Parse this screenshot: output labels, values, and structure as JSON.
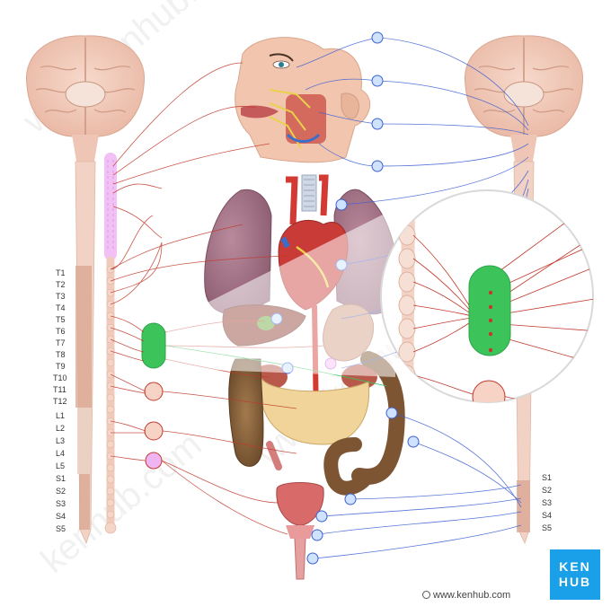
{
  "diagram": {
    "thoracic_labels": [
      "T1",
      "T2",
      "T3",
      "T4",
      "T5",
      "T6",
      "T7",
      "T8",
      "T9",
      "T10",
      "T11",
      "T12"
    ],
    "lumbar_labels": [
      "L1",
      "L2",
      "L3",
      "L4",
      "L5"
    ],
    "sacral_labels_left": [
      "S1",
      "S2",
      "S3",
      "S4",
      "S5"
    ],
    "sacral_labels_right": [
      "S1",
      "S2",
      "S3",
      "S4",
      "S5"
    ]
  },
  "branding": {
    "logo_line1": "KEN",
    "logo_line2": "HUB",
    "credit_text": "www.kenhub.com"
  },
  "colors": {
    "sympathetic_nerve": "#c0392b",
    "parasympathetic_nerve": "#3b5fd4",
    "spinal_cord": "#f2d2c4",
    "ganglion_green": "#3cc45a",
    "ganglion_pink": "#f0b8a8",
    "ganglion_violet": "#e8a8ef",
    "brand": "#1aa0e8"
  }
}
